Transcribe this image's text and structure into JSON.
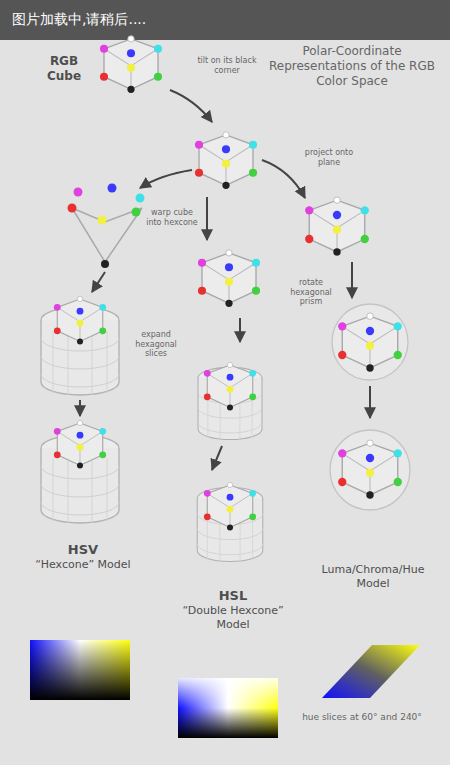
{
  "diagram": {
    "title": "Polar-Coordinate Representations of the RGB Color Space",
    "nodes": [
      {
        "text": [
          "RGB Cube"
        ]
      },
      {
        "text": [
          "HSV",
          "“Hexcone” Model"
        ]
      },
      {
        "text": [
          "HSL",
          "“Double Hexcone” Model"
        ]
      },
      {
        "text": [
          "Luma/Chroma/Hue Model"
        ]
      }
    ],
    "labels": [
      "图片加载中,请稍后....",
      "tilt on its black corner",
      "project onto plane",
      "warp cube into hexcone",
      "expand hexagonal slices",
      "rotate hexagonal prism",
      "hue slices at 60° and 240°"
    ]
  }
}
